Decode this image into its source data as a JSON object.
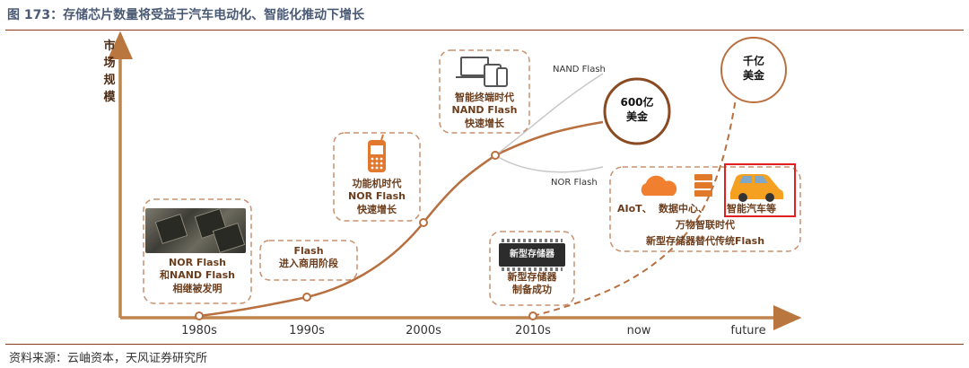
{
  "figure": {
    "title": "图 173：存储芯片数量将受益于汽车电动化、智能化推动下增长",
    "source": "资料来源：云岫资本，天风证券研究所"
  },
  "axes": {
    "y_label": [
      "市",
      "场",
      "规",
      "模"
    ],
    "x_ticks": [
      "1980s",
      "1990s",
      "2000s",
      "2010s",
      "now",
      "future"
    ]
  },
  "series_labels": {
    "nand": "NAND Flash",
    "nor": "NOR Flash"
  },
  "bubbles": {
    "current": [
      "600亿",
      "美金"
    ],
    "future": [
      "千亿",
      "美金"
    ]
  },
  "stages": {
    "stage1": [
      "NOR Flash",
      "和NAND Flash",
      "相继被发明"
    ],
    "stage2": [
      "Flash",
      "进入商用阶段"
    ],
    "stage3": [
      "功能机时代",
      "NOR Flash",
      "快速增长"
    ],
    "stage4": [
      "智能终端时代",
      "NAND Flash",
      "快速增长"
    ],
    "stage5": [
      "新型存储器",
      "制备成功"
    ],
    "stage6": {
      "items": [
        "AIoT、",
        "数据中心、",
        "智能汽车等"
      ],
      "line2": "万物智联时代",
      "line3": "新型存储器替代传统Flash"
    }
  },
  "chip_label": "新型存储器",
  "colors": {
    "accent": "#c47a48",
    "curve": "#b87040",
    "highlight": "#e02020",
    "cloud": "#f08030",
    "car": "#f5a020"
  }
}
